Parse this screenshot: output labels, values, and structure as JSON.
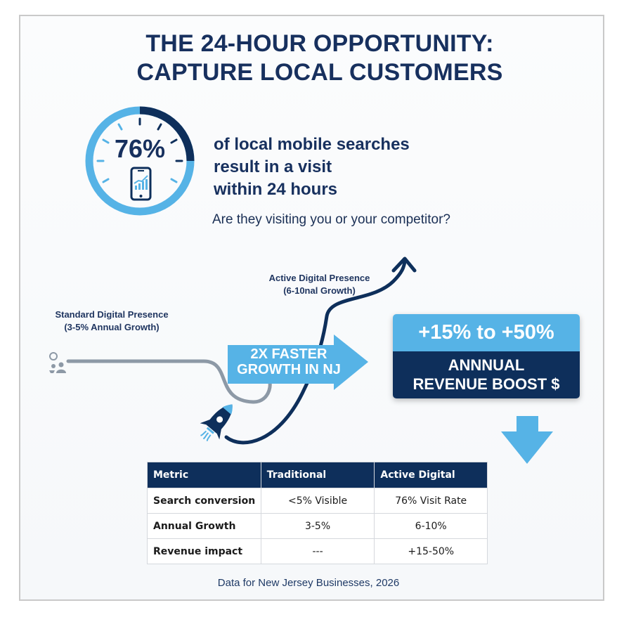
{
  "title": {
    "line1": "THE 24-HOUR OPPORTUNITY:",
    "line2": "CAPTURE LOCAL CUSTOMERS"
  },
  "gauge": {
    "percent": "76%",
    "icon": "smartphone-chart-icon",
    "colors": {
      "light": "#56b3e6",
      "dark": "#0e2f5b"
    }
  },
  "stat": {
    "line1": "of local mobile searches",
    "line2": "result in a visit",
    "line3": "within 24 hours"
  },
  "question": "Are they visiting you or your competitor?",
  "paths": {
    "active": {
      "line1": "Active Digital Presence",
      "line2": "(6-10nal Growth)"
    },
    "standard": {
      "line1": "Standard Digital Presence",
      "line2": "(3-5% Annual Growth)"
    },
    "standard_icon": "people-icon",
    "rocket_icon": "rocket-icon"
  },
  "growth_arrow": {
    "line1": "2X FASTER",
    "line2": "GROWTH IN NJ",
    "color": "#56b3e6"
  },
  "revenue": {
    "range": "+15% to +50%",
    "line1": "ANNNUAL",
    "line2": "REVENUE BOOST $",
    "down_arrow_icon": "down-arrow-icon"
  },
  "table": {
    "headers": [
      "Metric",
      "Traditional",
      "Active Digital"
    ],
    "rows": [
      [
        "Search conversion",
        "<5% Visible",
        "76% Visit Rate"
      ],
      [
        "Annual Growth",
        "3-5%",
        "6-10%"
      ],
      [
        "Revenue impact",
        "---",
        "+15-50%"
      ]
    ]
  },
  "footer": "Data for New Jersey Businesses, 2026"
}
